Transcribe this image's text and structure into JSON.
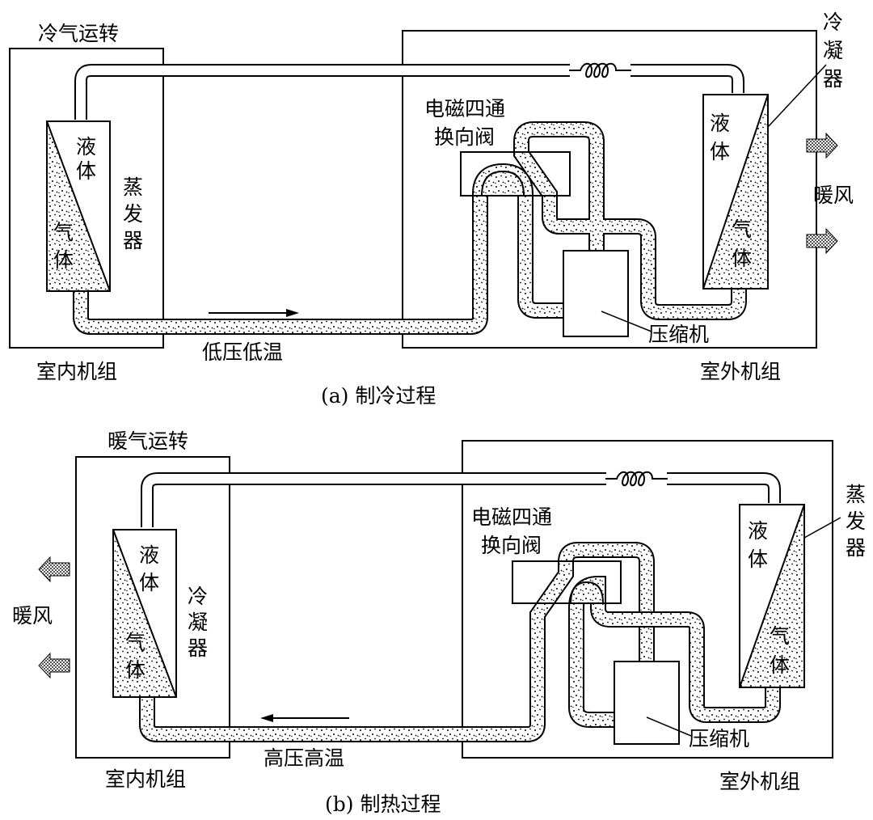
{
  "top": {
    "mode": "冷气运转",
    "indoor_unit": "室内机组",
    "outdoor_unit": "室外机组",
    "valve_line1": "电磁四通",
    "valve_line2": "换向阀",
    "indoor_liquid": [
      "液",
      "体"
    ],
    "indoor_gas": [
      "气",
      "体"
    ],
    "indoor_coil": [
      "蒸",
      "发",
      "器"
    ],
    "outdoor_liquid": [
      "液",
      "体"
    ],
    "outdoor_gas": [
      "气",
      "体"
    ],
    "outdoor_coil": [
      "冷",
      "凝",
      "器"
    ],
    "wind": "暖风",
    "compressor": "压缩机",
    "flow": "低压低温",
    "caption": "(a)  制冷过程"
  },
  "bottom": {
    "mode": "暖气运转",
    "indoor_unit": "室内机组",
    "outdoor_unit": "室外机组",
    "valve_line1": "电磁四通",
    "valve_line2": "换向阀",
    "indoor_liquid": [
      "液",
      "体"
    ],
    "indoor_gas": [
      "气",
      "体"
    ],
    "indoor_coil": [
      "冷",
      "凝",
      "器"
    ],
    "outdoor_liquid": [
      "液",
      "体"
    ],
    "outdoor_gas": [
      "气",
      "体"
    ],
    "outdoor_coil": [
      "蒸",
      "发",
      "器"
    ],
    "wind": "暖风",
    "compressor": "压缩机",
    "flow": "高压高温",
    "caption": "(b)  制热过程"
  }
}
